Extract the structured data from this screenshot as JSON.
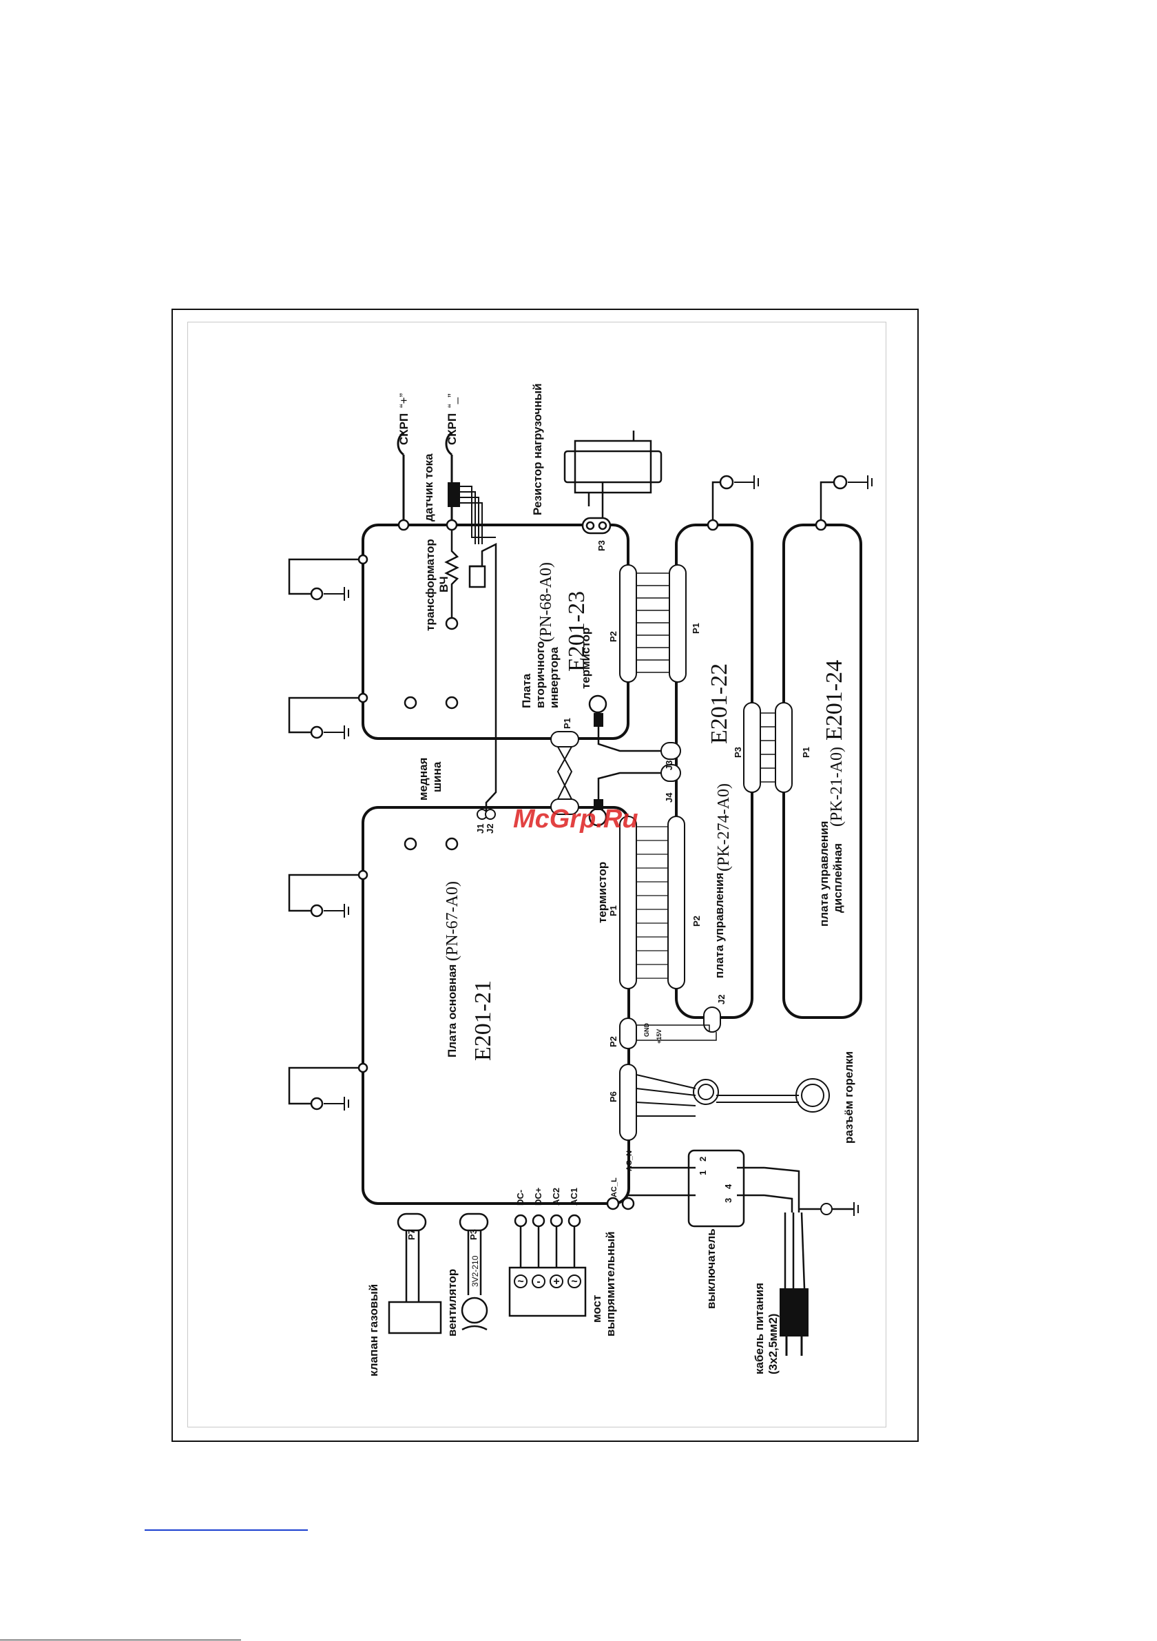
{
  "boards": {
    "main": {
      "code": "E201-21",
      "name": "Плата основная",
      "model": "(PN-67-A0)"
    },
    "inverter": {
      "code": "E201-23",
      "name_1": "Плата",
      "name_2": "вторичного",
      "name_3": "инвертора",
      "model": "(PN-68-A0)"
    },
    "control": {
      "code": "E201-22",
      "name": "плата управления",
      "model": "(PK-274-A0)"
    },
    "display": {
      "code": "E201-24",
      "name_1": "плата управления",
      "name_2": "дисплейная",
      "model": "(PK-21-A0)"
    }
  },
  "components": {
    "gas_valve": "клапан газовый",
    "fan": "вентилятор",
    "fan_label": "3V2-210",
    "bridge_1": "мост",
    "bridge_2": "выпрямительный",
    "switch": "выключатель",
    "power_cable_1": "кабель питания",
    "power_cable_2": "(3x2,5мм2)",
    "torch_connector": "разъём горелки",
    "thermistor_1": "термистор",
    "thermistor_2": "термистор",
    "copper_bus_1": "медная",
    "copper_bus_2": "шина",
    "hf_transformer_1": "трансформатор",
    "hf_transformer_2": "ВЧ",
    "current_sensor": "датчик тока",
    "load_resistor": "Резистор нагрузочный",
    "skrp_plus": "СКРП",
    "skrp_plus_sign": "“+”",
    "skrp_minus": "СКРП",
    "skrp_minus_sign": "“_”"
  },
  "connectors": {
    "p7": "P7",
    "p3": "P3",
    "dc_minus": "DC-",
    "dc_plus": "DC+",
    "ac2": "AC2",
    "ac1": "AC1",
    "ac_l": "AC_L",
    "ac_n": "AC_N",
    "p6": "P6",
    "p2": "P2",
    "p1": "P1",
    "j1": "J1",
    "j2": "J2",
    "inv_p1": "P1",
    "inv_p2": "P2",
    "inv_p3": "P3",
    "ctl_p1": "P1",
    "ctl_p2": "P2",
    "ctl_p3": "P3",
    "ctl_j2": "J2",
    "ctl_j3": "J3",
    "ctl_j4": "J4",
    "disp_p1": "P1",
    "gnd": "GND",
    "plus15v": "+15V",
    "sw_1": "1",
    "sw_2": "2",
    "sw_3": "3",
    "sw_4": "4"
  },
  "bridge_terminals": [
    "~",
    "+",
    "-",
    "~"
  ],
  "watermark": "McGrp.Ru"
}
